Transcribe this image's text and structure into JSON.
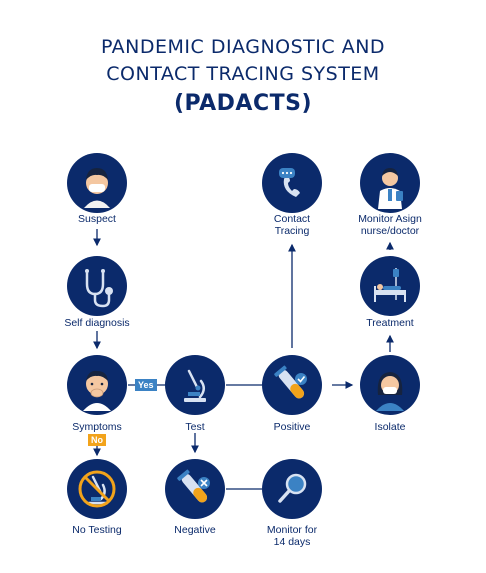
{
  "title": {
    "line1": "PANDEMIC DIAGNOSTIC AND",
    "line2": "CONTACT TRACING SYSTEM",
    "line3": "(PADACTS)"
  },
  "nodes": {
    "suspect": {
      "label": "Suspect",
      "icon": "masked-person-icon"
    },
    "self_diagnosis": {
      "label": "Self diagnosis",
      "icon": "stethoscope-icon"
    },
    "symptoms": {
      "label": "Symptoms",
      "icon": "coughing-person-icon"
    },
    "no_testing": {
      "label": "No Testing",
      "icon": "no-microscope-icon"
    },
    "test": {
      "label": "Test",
      "icon": "microscope-icon"
    },
    "negative": {
      "label": "Negative",
      "icon": "negative-test-tube-icon"
    },
    "monitor14": {
      "label_line1": "Monitor for",
      "label_line2": "14 days",
      "icon": "magnifier-icon"
    },
    "positive": {
      "label": "Positive",
      "icon": "positive-test-tube-icon"
    },
    "contact_tracing": {
      "label_line1": "Contact",
      "label_line2": "Tracing",
      "icon": "phone-call-icon"
    },
    "isolate": {
      "label": "Isolate",
      "icon": "masked-woman-icon"
    },
    "treatment": {
      "label": "Treatment",
      "icon": "hospital-bed-icon"
    },
    "monitor_nurse": {
      "label_line1": "Monitor Asign",
      "label_line2": "nurse/doctor",
      "icon": "doctor-icon"
    }
  },
  "tags": {
    "yes": "Yes",
    "no": "No"
  },
  "colors": {
    "navy": "#0b2a6b",
    "yes_tag": "#3b82c4",
    "no_tag": "#f2a31b",
    "accent": "#f2a31b"
  }
}
